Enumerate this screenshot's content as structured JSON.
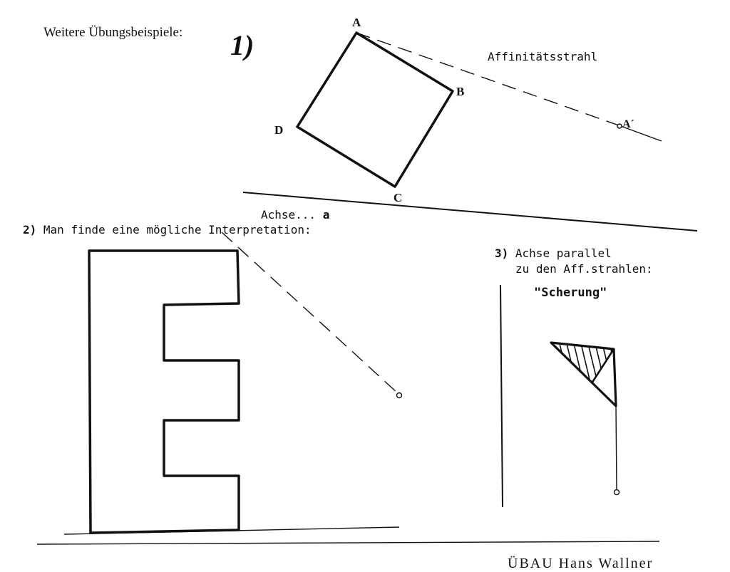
{
  "page": {
    "heading": "Weitere Übungsbeispiele:",
    "footer_fragment": "ÜBAU Hans Wallner"
  },
  "example1": {
    "number": "1)",
    "points": {
      "a": "A",
      "b": "B",
      "c": "C",
      "d": "D",
      "a_prime": "A´"
    },
    "ray_label": "Affinitätsstrahl",
    "axis_label": "Achse...",
    "axis_symbol": "a"
  },
  "example2": {
    "number": "2)",
    "text": "Man finde eine mögliche Interpretation:"
  },
  "example3": {
    "number": "3)",
    "text_line1": "Achse parallel",
    "text_line2": "zu den Aff.strahlen:",
    "term": "\"Scherung\""
  },
  "colors": {
    "ink": "#111111",
    "paper": "#ffffff"
  }
}
